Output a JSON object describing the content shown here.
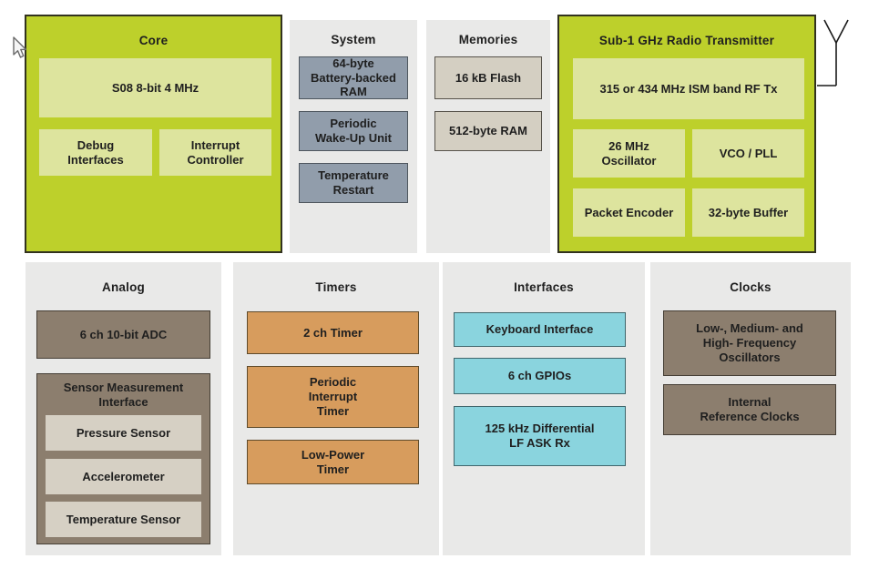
{
  "diagram": {
    "core": {
      "title": "Core",
      "cpu": "S08 8-bit 4 MHz",
      "debug": "Debug\nInterfaces",
      "interrupt": "Interrupt\nController"
    },
    "system": {
      "title": "System",
      "items": [
        "64-byte\nBattery-backed\nRAM",
        "Periodic\nWake-Up Unit",
        "Temperature\nRestart"
      ]
    },
    "memories": {
      "title": "Memories",
      "items": [
        "16 kB Flash",
        "512-byte RAM"
      ]
    },
    "radio": {
      "title": "Sub-1 GHz Radio Transmitter",
      "rf_tx": "315 or 434 MHz ISM band RF Tx",
      "oscillator": "26 MHz\nOscillator",
      "vco": "VCO / PLL",
      "encoder": "Packet Encoder",
      "buffer": "32-byte Buffer"
    },
    "analog": {
      "title": "Analog",
      "adc": "6 ch 10-bit ADC",
      "smi_title": "Sensor Measurement\nInterface",
      "sensors": [
        "Pressure Sensor",
        "Accelerometer",
        "Temperature Sensor"
      ]
    },
    "timers": {
      "title": "Timers",
      "items": [
        "2 ch Timer",
        "Periodic\nInterrupt\nTimer",
        "Low-Power\nTimer"
      ]
    },
    "interfaces": {
      "title": "Interfaces",
      "items": [
        "Keyboard Interface",
        "6 ch GPIOs",
        "125 kHz Differential\nLF ASK Rx"
      ]
    },
    "clocks": {
      "title": "Clocks",
      "items": [
        "Low-, Medium- and\nHigh- Frequency\nOscillators",
        "Internal\nReference Clocks"
      ]
    },
    "icons": {
      "antenna": "antenna-icon",
      "cursor": "mouse-cursor"
    },
    "colors": {
      "lime": "#bdd02b",
      "lime_light": "#dde49e",
      "panel_gray": "#e9e9e8",
      "blue_gray": "#919dab",
      "tan": "#d4cfc2",
      "brown": "#8c7e6e",
      "beige": "#d6d0c4",
      "orange": "#d79c5d",
      "cyan": "#8ad4de",
      "text": "#1f1f1f"
    }
  }
}
